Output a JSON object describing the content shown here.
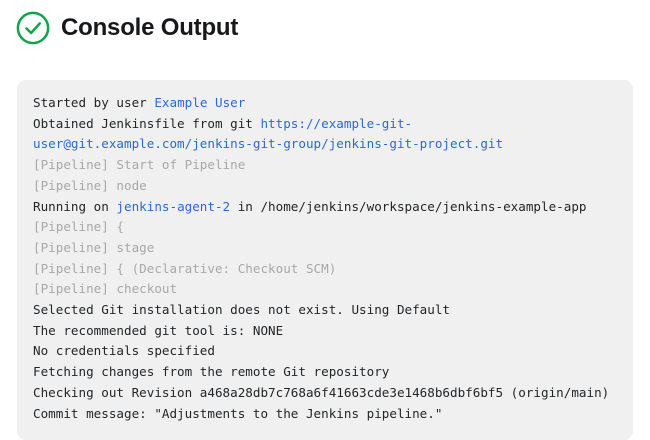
{
  "header": {
    "title": "Console Output",
    "status_icon": "check-circle-icon",
    "status_color": "#11a44a"
  },
  "colors": {
    "page_background": "#ffffff",
    "panel_background": "#f0f0f0",
    "text": "#232629",
    "link": "#2a6ad6",
    "muted": "#a8a8a8",
    "success": "#11a44a"
  },
  "console": {
    "lines": [
      {
        "id": "started-by-user",
        "parts": [
          {
            "text": "Started by user ",
            "style": "plain"
          },
          {
            "text": "Example User",
            "style": "link"
          }
        ]
      },
      {
        "id": "obtained-jenkinsfile",
        "parts": [
          {
            "text": "Obtained Jenkinsfile from git ",
            "style": "plain"
          },
          {
            "text": "https://example-git-user@git.example.com/jenkins-git-group/jenkins-git-project.git",
            "style": "link"
          }
        ]
      },
      {
        "id": "pipeline-start-of-pipeline",
        "parts": [
          {
            "text": "[Pipeline] Start of Pipeline",
            "style": "muted"
          }
        ]
      },
      {
        "id": "pipeline-node",
        "parts": [
          {
            "text": "[Pipeline] node",
            "style": "muted"
          }
        ]
      },
      {
        "id": "running-on-agent",
        "parts": [
          {
            "text": "Running on ",
            "style": "plain"
          },
          {
            "text": "jenkins-agent-2",
            "style": "link"
          },
          {
            "text": " in /home/jenkins/workspace/jenkins-example-app",
            "style": "plain"
          }
        ]
      },
      {
        "id": "pipeline-open-brace",
        "parts": [
          {
            "text": "[Pipeline] {",
            "style": "muted"
          }
        ]
      },
      {
        "id": "pipeline-stage",
        "parts": [
          {
            "text": "[Pipeline] stage",
            "style": "muted"
          }
        ]
      },
      {
        "id": "pipeline-declarative-checkout-scm",
        "parts": [
          {
            "text": "[Pipeline] { (Declarative: Checkout SCM)",
            "style": "muted"
          }
        ]
      },
      {
        "id": "pipeline-checkout",
        "parts": [
          {
            "text": "[Pipeline] checkout",
            "style": "muted"
          }
        ]
      },
      {
        "id": "selected-git-installation",
        "parts": [
          {
            "text": "Selected Git installation does not exist. Using Default",
            "style": "plain"
          }
        ]
      },
      {
        "id": "recommended-git-tool",
        "parts": [
          {
            "text": "The recommended git tool is: NONE",
            "style": "plain"
          }
        ]
      },
      {
        "id": "no-credentials-specified",
        "parts": [
          {
            "text": "No credentials specified",
            "style": "plain"
          }
        ]
      },
      {
        "id": "fetching-changes",
        "parts": [
          {
            "text": "Fetching changes from the remote Git repository",
            "style": "plain"
          }
        ]
      },
      {
        "id": "checking-out-revision",
        "parts": [
          {
            "text": "Checking out Revision a468a28db7c768a6f41663cde3e1468b6dbf6bf5 (origin/main)",
            "style": "plain"
          }
        ]
      },
      {
        "id": "commit-message",
        "parts": [
          {
            "text": "Commit message: \"Adjustments to the Jenkins pipeline.\"",
            "style": "plain"
          }
        ]
      }
    ]
  }
}
